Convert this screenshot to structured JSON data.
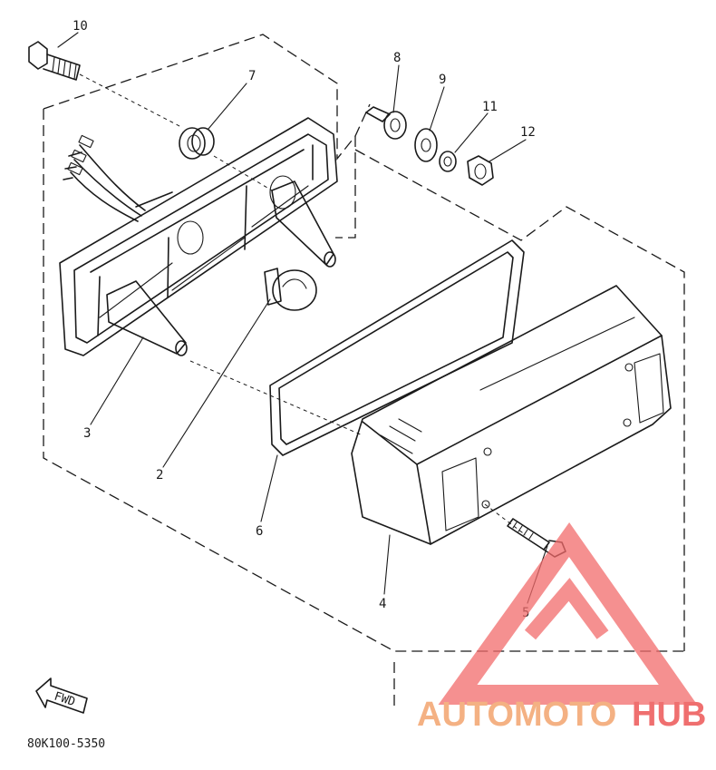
{
  "diagram": {
    "part_labels": [
      "10",
      "7",
      "8",
      "9",
      "11",
      "12",
      "3",
      "2",
      "6",
      "4",
      "5"
    ],
    "fwd_label": "FWD",
    "drawing_code": "80K100-5350"
  },
  "watermark": {
    "text_a": "AUTOMOTO",
    "text_b": "HUB",
    "color_a": "#f4b183",
    "color_b": "#ef6f6f",
    "logo_color": "#f26b6b"
  }
}
